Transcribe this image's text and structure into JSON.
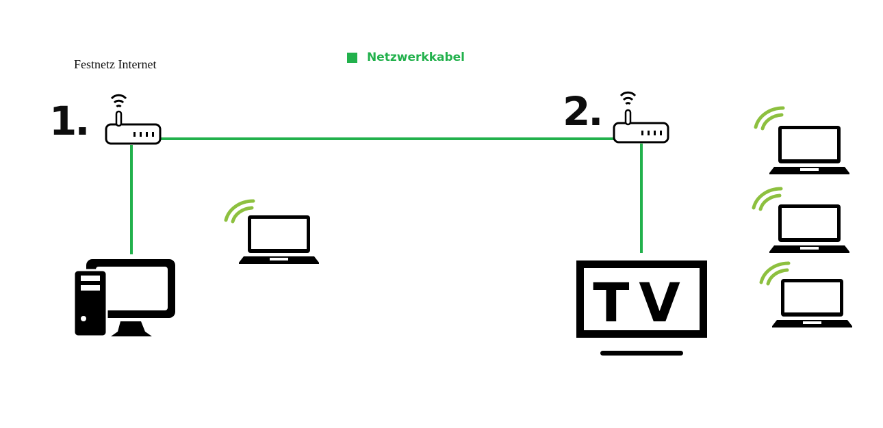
{
  "title": "Festnetz Internet",
  "legend": {
    "label": "Netzwerkkabel",
    "color": "#22b14c"
  },
  "colors": {
    "cable": "#22b14c",
    "wifi": "#8dc03f",
    "icon": "#000000"
  },
  "routers": [
    {
      "label": "1.",
      "role": "router-1"
    },
    {
      "label": "2.",
      "role": "router-2"
    }
  ],
  "devices": {
    "desktop": "desktop-pc",
    "tv": {
      "screen_text": "TV"
    },
    "laptops_count": 4
  }
}
